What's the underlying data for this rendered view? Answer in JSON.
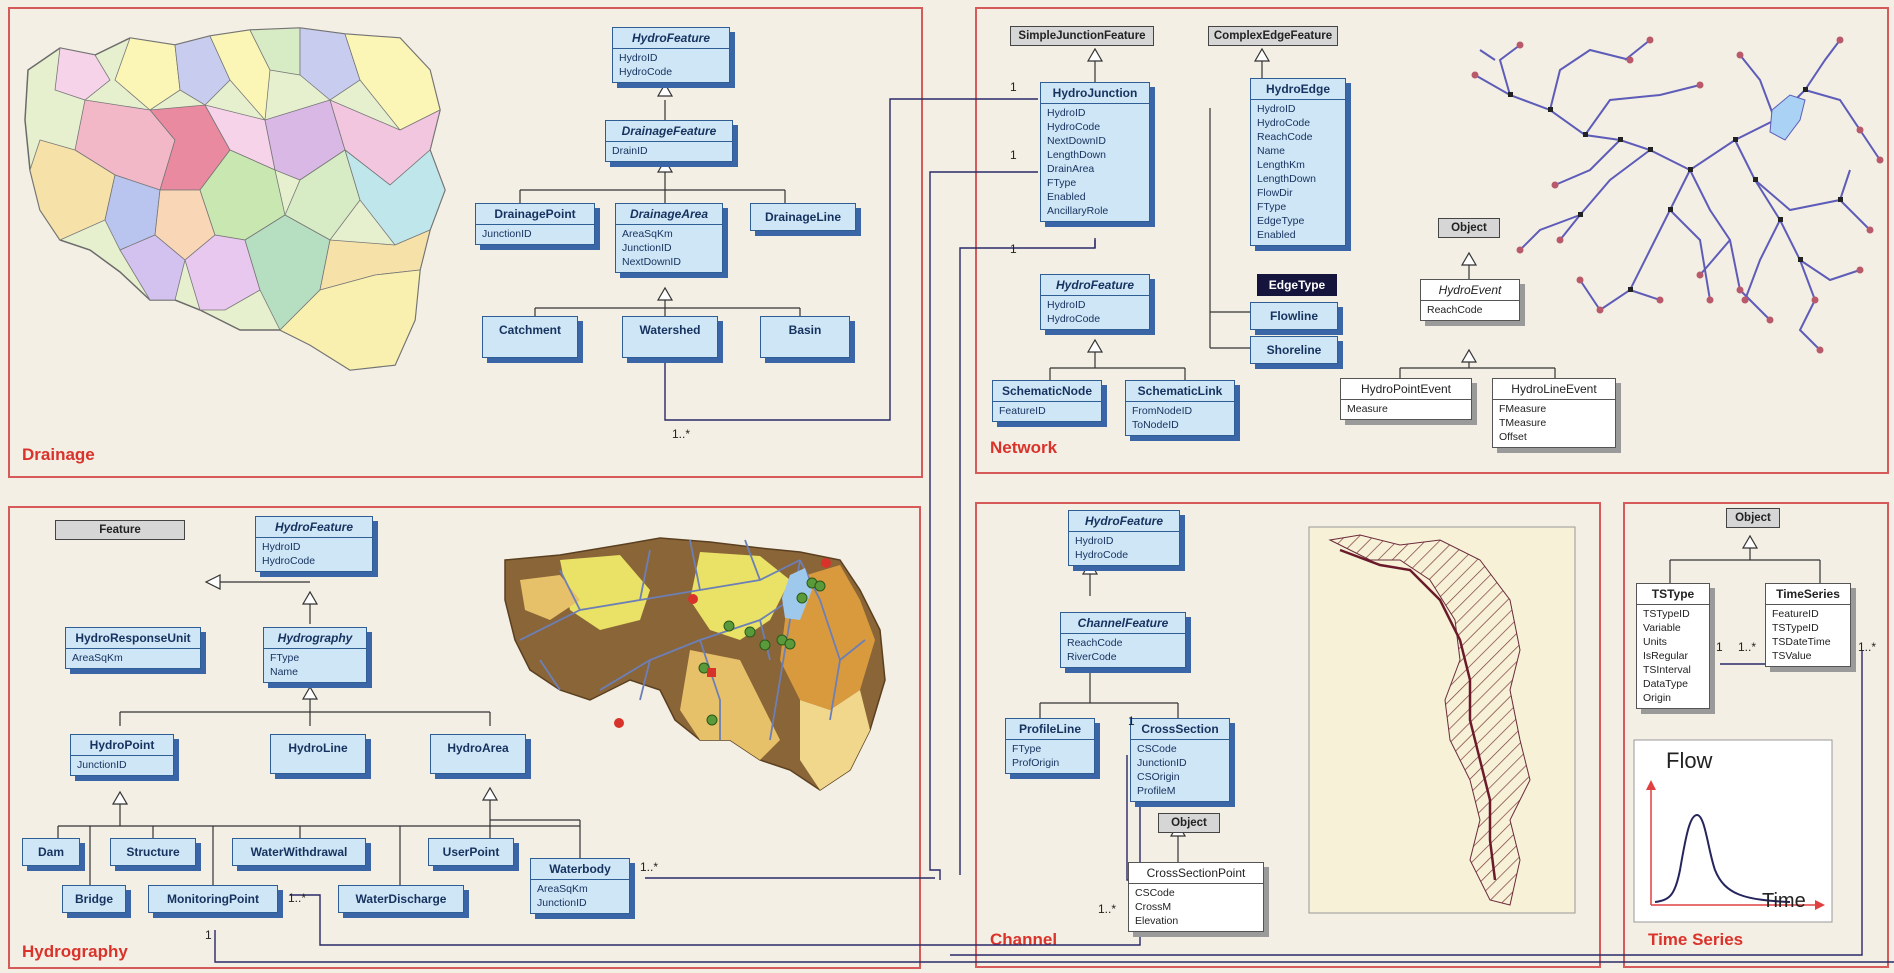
{
  "panels": {
    "drainage": "Drainage",
    "network": "Network",
    "hydrography": "Hydrography",
    "channel": "Channel",
    "time_series": "Time Series"
  },
  "drainage": {
    "hydro_feature": {
      "name": "HydroFeature",
      "attrs": [
        "HydroID",
        "HydroCode"
      ]
    },
    "drainage_feature": {
      "name": "DrainageFeature",
      "attrs": [
        "DrainID"
      ]
    },
    "drainage_point": {
      "name": "DrainagePoint",
      "attrs": [
        "JunctionID"
      ]
    },
    "drainage_area": {
      "name": "DrainageArea",
      "attrs": [
        "AreaSqKm",
        "JunctionID",
        "NextDownID"
      ]
    },
    "drainage_line": {
      "name": "DrainageLine"
    },
    "catchment": "Catchment",
    "watershed": "Watershed",
    "basin": "Basin",
    "mult_watershed": "1..*"
  },
  "network": {
    "simple_junction_feature": "SimpleJunctionFeature",
    "complex_edge_feature": "ComplexEdgeFeature",
    "hydro_junction": {
      "name": "HydroJunction",
      "attrs": [
        "HydroID",
        "HydroCode",
        "NextDownID",
        "LengthDown",
        "DrainArea",
        "FType",
        "Enabled",
        "AncillaryRole"
      ]
    },
    "hydro_edge": {
      "name": "HydroEdge",
      "attrs": [
        "HydroID",
        "HydroCode",
        "ReachCode",
        "Name",
        "LengthKm",
        "LengthDown",
        "FlowDir",
        "FType",
        "EdgeType",
        "Enabled"
      ]
    },
    "edge_type": "EdgeType",
    "flowline": "Flowline",
    "shoreline": "Shoreline",
    "hydro_feature": {
      "name": "HydroFeature",
      "attrs": [
        "HydroID",
        "HydroCode"
      ]
    },
    "schematic_node": {
      "name": "SchematicNode",
      "attrs": [
        "FeatureID"
      ]
    },
    "schematic_link": {
      "name": "SchematicLink",
      "attrs": [
        "FromNodeID",
        "ToNodeID"
      ]
    },
    "object": "Object",
    "hydro_event": {
      "name": "HydroEvent",
      "attrs": [
        "ReachCode"
      ]
    },
    "hydro_point_event": {
      "name": "HydroPointEvent",
      "attrs": [
        "Measure"
      ]
    },
    "hydro_line_event": {
      "name": "HydroLineEvent",
      "attrs": [
        "FMeasure",
        "TMeasure",
        "Offset"
      ]
    },
    "mult_1a": "1",
    "mult_1b": "1",
    "mult_1c": "1"
  },
  "hydrography": {
    "feature": "Feature",
    "hydro_feature": {
      "name": "HydroFeature",
      "attrs": [
        "HydroID",
        "HydroCode"
      ]
    },
    "hydro_response_unit": {
      "name": "HydroResponseUnit",
      "attrs": [
        "AreaSqKm"
      ]
    },
    "hydrography": {
      "name": "Hydrography",
      "attrs": [
        "FType",
        "Name"
      ]
    },
    "hydro_point": {
      "name": "HydroPoint",
      "attrs": [
        "JunctionID"
      ]
    },
    "hydro_line": "HydroLine",
    "hydro_area": "HydroArea",
    "dam": "Dam",
    "bridge": "Bridge",
    "structure": "Structure",
    "monitoring_point": "MonitoringPoint",
    "water_withdrawal": "WaterWithdrawal",
    "water_discharge": "WaterDischarge",
    "user_point": "UserPoint",
    "waterbody": {
      "name": "Waterbody",
      "attrs": [
        "AreaSqKm",
        "JunctionID"
      ]
    },
    "mult_monitoring": "1..*",
    "mult_waterbody": "1..*",
    "mult_1": "1"
  },
  "channel": {
    "hydro_feature": {
      "name": "HydroFeature",
      "attrs": [
        "HydroID",
        "HydroCode"
      ]
    },
    "channel_feature": {
      "name": "ChannelFeature",
      "attrs": [
        "ReachCode",
        "RiverCode"
      ]
    },
    "profile_line": {
      "name": "ProfileLine",
      "attrs": [
        "FType",
        "ProfOrigin"
      ]
    },
    "cross_section": {
      "name": "CrossSection",
      "attrs": [
        "CSCode",
        "JunctionID",
        "CSOrigin",
        "ProfileM"
      ]
    },
    "object": "Object",
    "cross_section_point": {
      "name": "CrossSectionPoint",
      "attrs": [
        "CSCode",
        "CrossM",
        "Elevation"
      ]
    },
    "mult_1": "1",
    "mult_many": "1..*"
  },
  "time_series": {
    "object": "Object",
    "ts_type": {
      "name": "TSType",
      "attrs": [
        "TSTypeID",
        "Variable",
        "Units",
        "IsRegular",
        "TSInterval",
        "DataType",
        "Origin"
      ]
    },
    "time_series": {
      "name": "TimeSeries",
      "attrs": [
        "FeatureID",
        "TSTypeID",
        "TSDateTime",
        "TSValue"
      ]
    },
    "mult_1": "1",
    "mult_many_a": "1..*",
    "mult_many_b": "1..*",
    "flow_label": "Flow",
    "time_label": "Time"
  },
  "colors": {
    "panel_border": "#d65a5a",
    "title": "#d9332b",
    "class_fill": "#cfe6f7",
    "class_shadow": "#3a66a8",
    "connector": "#2a2a6a"
  }
}
